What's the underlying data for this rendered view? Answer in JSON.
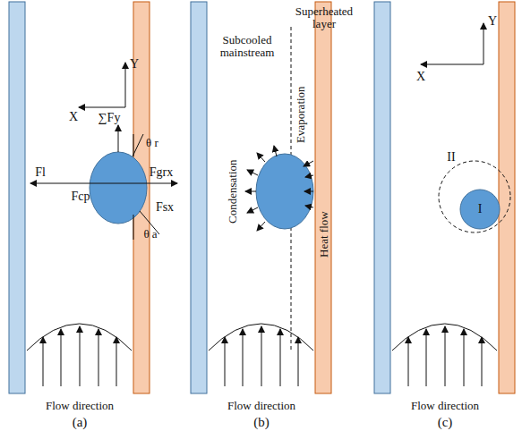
{
  "diagram": {
    "labels": [
      "Y",
      "X",
      "Fl",
      "Fgrx",
      "∑Fy",
      "θ r",
      "Fcp",
      "Fsx",
      "θ a",
      "Flow direction",
      "(a)",
      "Superheated layer",
      "Subcooled mainstream",
      "Evaporation",
      "Condensation",
      "Heat flow",
      "Flow direction",
      "(b)",
      "Y",
      "X",
      "II",
      "I",
      "Flow direction",
      "(c)"
    ]
  }
}
